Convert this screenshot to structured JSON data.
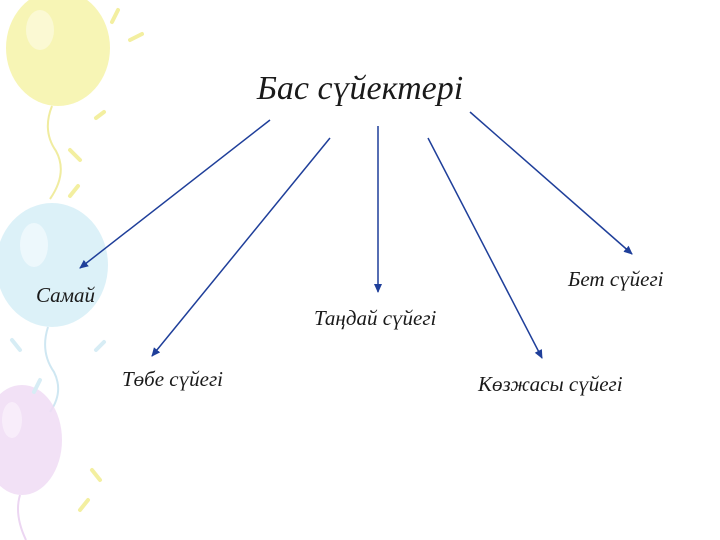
{
  "diagram": {
    "title": "Бас сүйектері",
    "nodes": [
      {
        "id": "samai",
        "label": "Самай"
      },
      {
        "id": "tobe",
        "label": "Төбе сүйегі"
      },
      {
        "id": "tandai",
        "label": "Таңдай сүйегі"
      },
      {
        "id": "kozjasy",
        "label": "Көзжасы сүйегі"
      },
      {
        "id": "bet",
        "label": "Бет сүйегі"
      }
    ],
    "edges": [
      {
        "from": "title",
        "to": "samai"
      },
      {
        "from": "title",
        "to": "tobe"
      },
      {
        "from": "title",
        "to": "tandai"
      },
      {
        "from": "title",
        "to": "kozjasy"
      },
      {
        "from": "title",
        "to": "bet"
      }
    ]
  },
  "colors": {
    "arrow": "#1f3f9a",
    "text": "#1a1a1a",
    "balloon_yellow": "#f6f3a8",
    "balloon_blue": "#d6eef7",
    "balloon_pink": "#f0dcf5"
  }
}
